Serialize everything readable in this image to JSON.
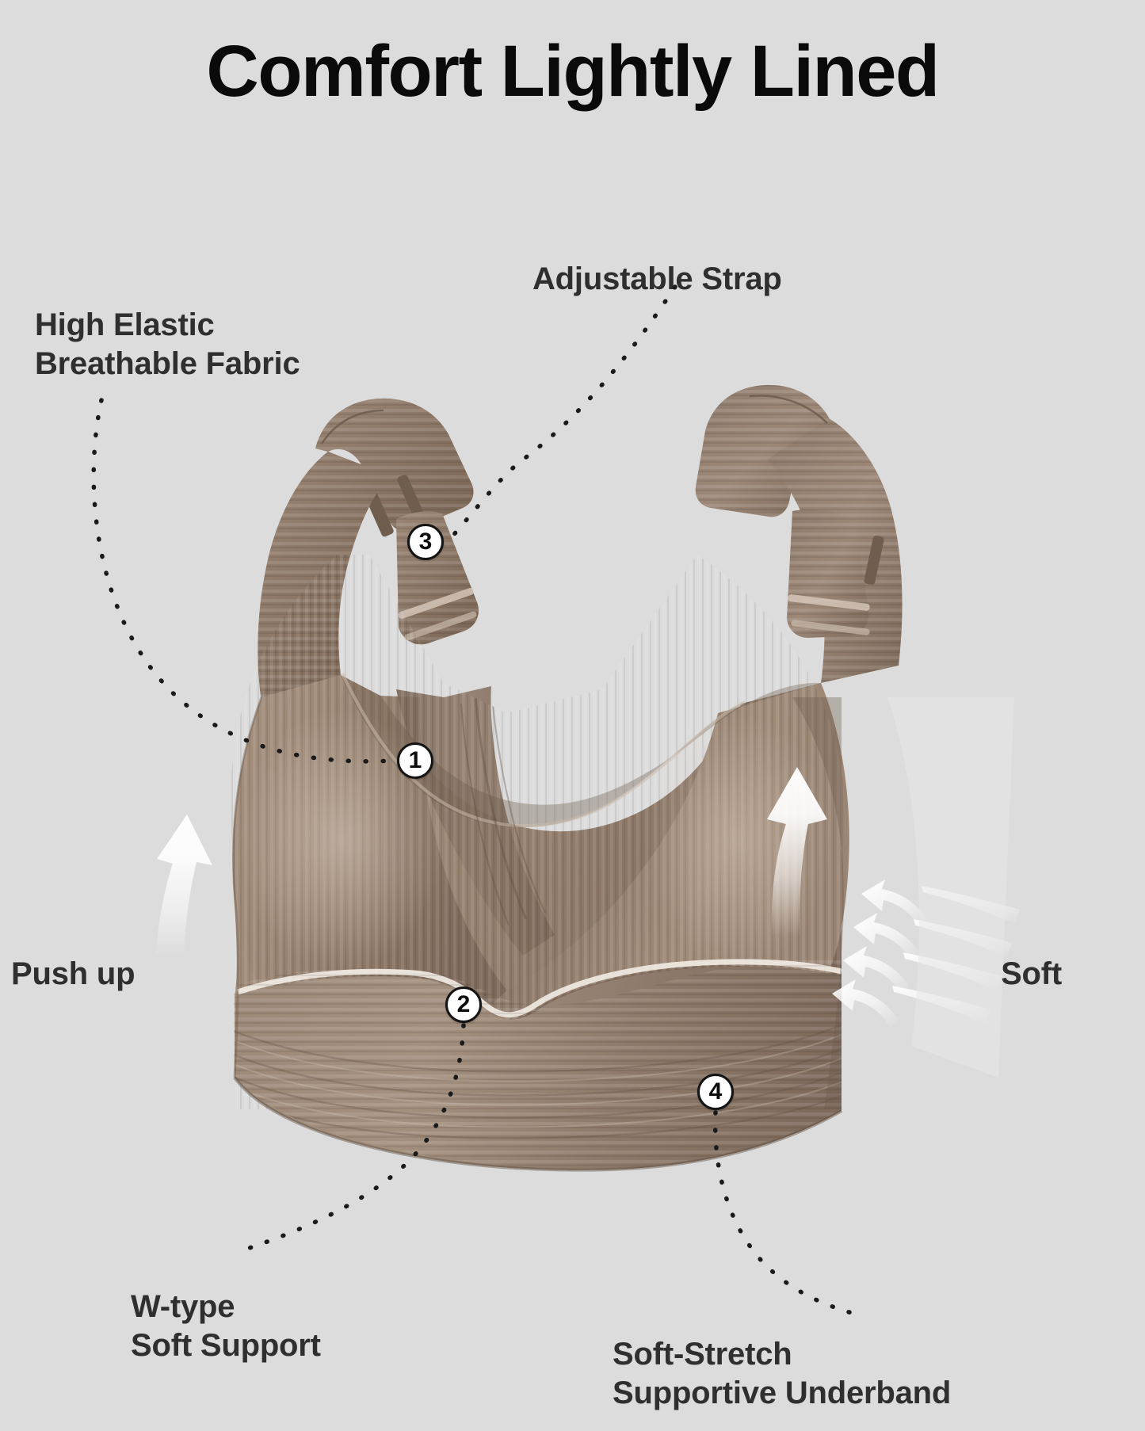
{
  "page": {
    "background_color": "#dcdcdc",
    "text_color": "#2f2f2f",
    "title_color": "#0a0a0a"
  },
  "header": {
    "title": "Comfort Lightly Lined"
  },
  "product": {
    "name": "lightly-lined-bra",
    "fabric_color": "#988372",
    "fabric_shadow": "#6d5b4c",
    "fabric_highlight": "#c6b6a7",
    "strap_color": "#8b7565"
  },
  "annotations": [
    {
      "id": "high-elastic-breathable-fabric",
      "text": "High Elastic\nBreathable Fabric",
      "badge": "1"
    },
    {
      "id": "adjustable-strap",
      "text": "Adjustable Strap",
      "badge": "3"
    },
    {
      "id": "push-up",
      "text": "Push up",
      "badge": ""
    },
    {
      "id": "soft",
      "text": "Soft",
      "badge": ""
    },
    {
      "id": "w-type-soft-support",
      "text": "W-type\nSoft Support",
      "badge": "2"
    },
    {
      "id": "soft-stretch-supportive-underband",
      "text": "Soft-Stretch\nSupportive Underband",
      "badge": "4"
    }
  ],
  "badges": {
    "one": "1",
    "two": "2",
    "three": "3",
    "four": "4"
  },
  "labels": {
    "fabric": "High Elastic\nBreathable Fabric",
    "strap": "Adjustable Strap",
    "pushup": "Push up",
    "soft": "Soft",
    "wtype": "W-type\nSoft Support",
    "underband": "Soft-Stretch\nSupportive Underband"
  }
}
